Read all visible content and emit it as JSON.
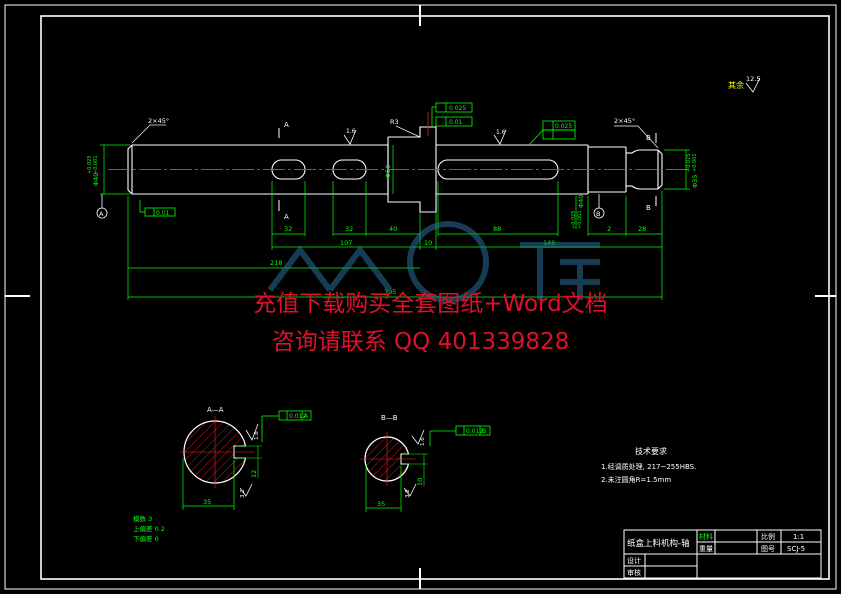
{
  "drawing": {
    "background": "#000000",
    "line_color": "#ffffff",
    "dim_color": "#00ff00",
    "axis_color": "#ff2020",
    "note_color": "#ffff00",
    "watermark_color": "#e0102a"
  },
  "roughness": {
    "label": "其余",
    "value": "12.5"
  },
  "main_view": {
    "chamfer_left": "2×45°",
    "chamfer_right": "2×45°",
    "fillet": "R3",
    "section_a": "A",
    "section_b": "B",
    "roughness_1": "1.6",
    "roughness_2": "1.6",
    "datum_a": "A",
    "datum_b": "B",
    "tol_top_1": "0.025",
    "tol_top_2": "0.01",
    "tol_right": "0.025",
    "tol_left": "0.01",
    "dia_left": "Φ40",
    "dia_left_tol_1": "+0.025",
    "dia_left_tol_2": "+0.001",
    "dia_mid": "Φ50",
    "dia_right_tol_1": "+0.025",
    "dia_right_tol_2": "+0.001",
    "dia_right": "Φ40",
    "dia_end": "Φ35",
    "dia_end_tol_1": "+0.025",
    "dia_end_tol_2": "+0.001",
    "dims": {
      "d32a": "32",
      "d32b": "32",
      "d40": "40",
      "d10": "10",
      "d88": "88",
      "d2": "2",
      "d28": "28",
      "d107": "107",
      "d146": "146",
      "d218": "218",
      "d395": "395"
    }
  },
  "section_aa": {
    "title": "A—A",
    "tol": "0.012",
    "datum": "A",
    "dim_width": "12",
    "dim_depth": "35",
    "roughness": "1.6",
    "roughness_2": "3.2"
  },
  "section_bb": {
    "title": "B—B",
    "tol": "0.012",
    "datum": "B",
    "dim_width": "10",
    "dim_depth": "35",
    "roughness": "1.6",
    "roughness_2": "3.2"
  },
  "tech_req": {
    "title": "技术要求",
    "items": [
      "1.经调质处理, 217~255HBS.",
      "2.未注圆角R=1.5mm"
    ]
  },
  "module_notes": [
    "模数 3",
    "上偏差 0.2",
    "下偏差 0"
  ],
  "title_block": {
    "name": "纸盒上料机构-轴",
    "material_label": "材料",
    "weight_label": "重量",
    "scale_label": "比例",
    "scale_value": "1:1",
    "drawing_no_label": "图号",
    "drawing_no_value": "SCJ-5",
    "designer_label": "设计",
    "checker_label": "审核"
  },
  "watermark": {
    "line1": "充值下载购买全套图纸+Word文档",
    "line2": "咨询请联系 QQ 401339828"
  }
}
